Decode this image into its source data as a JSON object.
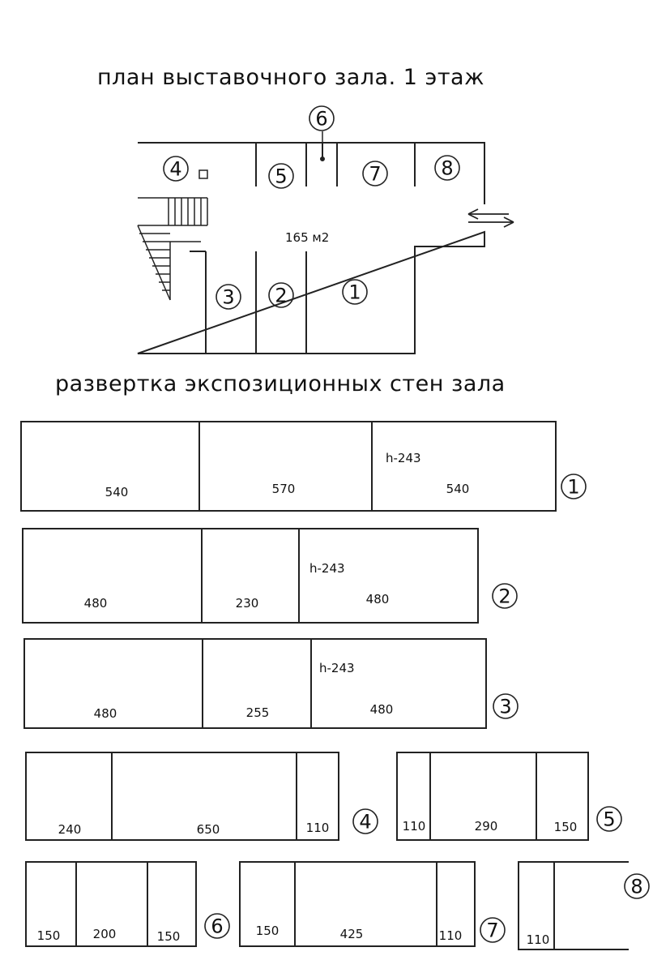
{
  "page_title": "план выставочного зала. 1 этаж",
  "section_title": "развертка экспозиционных стен зала",
  "plan": {
    "area_label": "165 м2",
    "room_labels": [
      "1",
      "2",
      "3",
      "4",
      "5",
      "6",
      "7",
      "8"
    ]
  },
  "walls": [
    {
      "id": "1",
      "height_label": "h-243",
      "segments": [
        "540",
        "570",
        "540"
      ]
    },
    {
      "id": "2",
      "height_label": "h-243",
      "segments": [
        "480",
        "230",
        "480"
      ]
    },
    {
      "id": "3",
      "height_label": "h-243",
      "segments": [
        "480",
        "255",
        "480"
      ]
    },
    {
      "id": "4",
      "height_label": "",
      "segments": [
        "240",
        "650",
        "110"
      ]
    },
    {
      "id": "5",
      "height_label": "",
      "segments": [
        "110",
        "290",
        "150"
      ]
    },
    {
      "id": "6",
      "height_label": "",
      "segments": [
        "150",
        "200",
        "150"
      ]
    },
    {
      "id": "7",
      "height_label": "",
      "segments": [
        "150",
        "425",
        "110"
      ]
    },
    {
      "id": "8",
      "height_label": "",
      "segments": [
        "110"
      ]
    }
  ]
}
